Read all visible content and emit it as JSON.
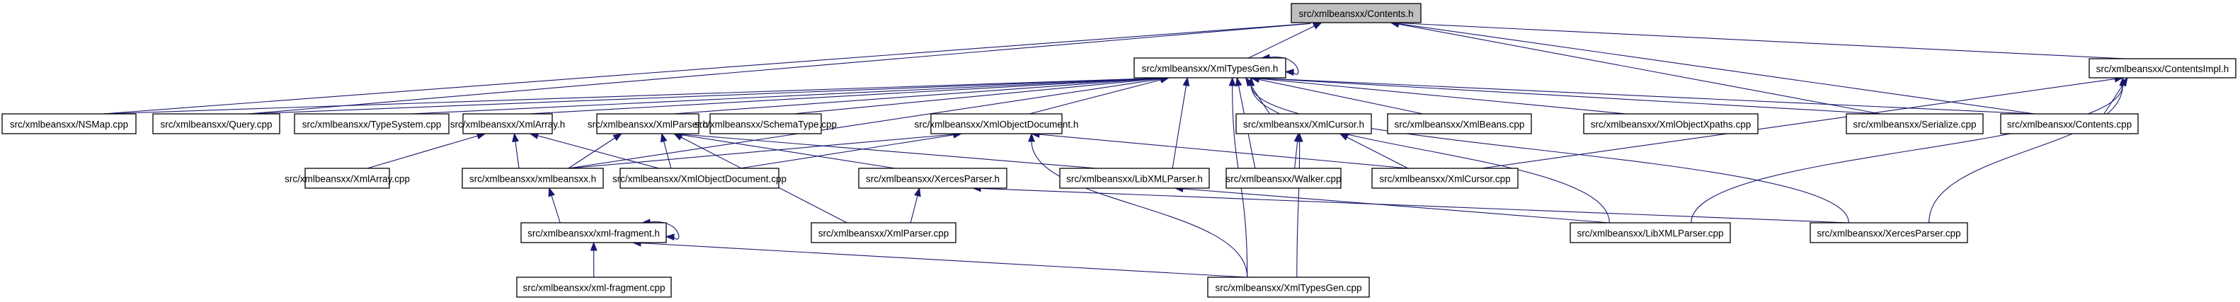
{
  "graph": {
    "title": "Include dependency graph for Contents.h",
    "root": "contents_h",
    "colors": {
      "edge": "#191970",
      "root_fill": "#bfbfbf",
      "node_fill": "#ffffff",
      "border": "#000000"
    },
    "nodes": [
      {
        "id": "contents_h",
        "label": "src/xmlbeansxx/Contents.h"
      },
      {
        "id": "xmltypesgen_h",
        "label": "src/xmlbeansxx/XmlTypesGen.h"
      },
      {
        "id": "contentsimpl_h",
        "label": "src/xmlbeansxx/ContentsImpl.h"
      },
      {
        "id": "nsmap_cpp",
        "label": "src/xmlbeansxx/NSMap.cpp"
      },
      {
        "id": "query_cpp",
        "label": "src/xmlbeansxx/Query.cpp"
      },
      {
        "id": "typesystem_cpp",
        "label": "src/xmlbeansxx/TypeSystem.cpp"
      },
      {
        "id": "xmlarray_h",
        "label": "src/xmlbeansxx/XmlArray.h"
      },
      {
        "id": "xmlparser_h",
        "label": "src/xmlbeansxx/XmlParser.h"
      },
      {
        "id": "schematype_cpp",
        "label": "src/xmlbeansxx/SchemaType.cpp"
      },
      {
        "id": "xmlobjectdocument_h",
        "label": "src/xmlbeansxx/XmlObjectDocument.h"
      },
      {
        "id": "xmlcursor_h",
        "label": "src/xmlbeansxx/XmlCursor.h"
      },
      {
        "id": "xmlbeans_cpp",
        "label": "src/xmlbeansxx/XmlBeans.cpp"
      },
      {
        "id": "xmlobjectxpaths_cpp",
        "label": "src/xmlbeansxx/XmlObjectXpaths.cpp"
      },
      {
        "id": "serialize_cpp",
        "label": "src/xmlbeansxx/Serialize.cpp"
      },
      {
        "id": "contents_cpp",
        "label": "src/xmlbeansxx/Contents.cpp"
      },
      {
        "id": "xmlarray_cpp",
        "label": "src/xmlbeansxx/XmlArray.cpp"
      },
      {
        "id": "xmlbeansxx_h",
        "label": "src/xmlbeansxx/xmlbeansxx.h"
      },
      {
        "id": "xmlobjectdocument_cpp",
        "label": "src/xmlbeansxx/XmlObjectDocument.cpp"
      },
      {
        "id": "xercesparser_h",
        "label": "src/xmlbeansxx/XercesParser.h"
      },
      {
        "id": "libxmlparser_h",
        "label": "src/xmlbeansxx/LibXMLParser.h"
      },
      {
        "id": "walker_cpp",
        "label": "src/xmlbeansxx/Walker.cpp"
      },
      {
        "id": "xmlcursor_cpp",
        "label": "src/xmlbeansxx/XmlCursor.cpp"
      },
      {
        "id": "xmlfragment_h",
        "label": "src/xmlbeansxx/xml-fragment.h"
      },
      {
        "id": "xmlparser_cpp",
        "label": "src/xmlbeansxx/XmlParser.cpp"
      },
      {
        "id": "libxmlparser_cpp",
        "label": "src/xmlbeansxx/LibXMLParser.cpp"
      },
      {
        "id": "xercesparser_cpp",
        "label": "src/xmlbeansxx/XercesParser.cpp"
      },
      {
        "id": "xmlfragment_cpp",
        "label": "src/xmlbeansxx/xml-fragment.cpp"
      },
      {
        "id": "xmltypesgen_cpp",
        "label": "src/xmlbeansxx/XmlTypesGen.cpp"
      }
    ],
    "edges": [
      {
        "from": "nsmap_cpp",
        "to": "contents_h"
      },
      {
        "from": "query_cpp",
        "to": "contents_h"
      },
      {
        "from": "xmltypesgen_h",
        "to": "contents_h"
      },
      {
        "from": "contentsimpl_h",
        "to": "contents_h"
      },
      {
        "from": "serialize_cpp",
        "to": "contents_h"
      },
      {
        "from": "contents_cpp",
        "to": "contents_h"
      },
      {
        "from": "nsmap_cpp",
        "to": "xmltypesgen_h"
      },
      {
        "from": "query_cpp",
        "to": "xmltypesgen_h"
      },
      {
        "from": "typesystem_cpp",
        "to": "xmltypesgen_h"
      },
      {
        "from": "xmlarray_h",
        "to": "xmltypesgen_h"
      },
      {
        "from": "xmlparser_h",
        "to": "xmltypesgen_h"
      },
      {
        "from": "schematype_cpp",
        "to": "xmltypesgen_h"
      },
      {
        "from": "xmlobjectdocument_h",
        "to": "xmltypesgen_h"
      },
      {
        "from": "libxmlparser_h",
        "to": "xmltypesgen_h"
      },
      {
        "from": "walker_cpp",
        "to": "xmltypesgen_h"
      },
      {
        "from": "xmlcursor_h",
        "to": "xmltypesgen_h"
      },
      {
        "from": "xmlbeans_cpp",
        "to": "xmltypesgen_h"
      },
      {
        "from": "xmlobjectxpaths_cpp",
        "to": "xmltypesgen_h"
      },
      {
        "from": "serialize_cpp",
        "to": "xmltypesgen_h"
      },
      {
        "from": "contents_cpp",
        "to": "xmltypesgen_h"
      },
      {
        "from": "libxmlparser_cpp",
        "to": "xmltypesgen_h"
      },
      {
        "from": "xercesparser_cpp",
        "to": "xmltypesgen_h"
      },
      {
        "from": "xmltypesgen_cpp",
        "to": "xmltypesgen_h"
      },
      {
        "from": "xmlbeansxx_h",
        "to": "xmltypesgen_h"
      },
      {
        "from": "xmltypesgen_h",
        "to": "xmltypesgen_h"
      },
      {
        "from": "contents_cpp",
        "to": "contentsimpl_h"
      },
      {
        "from": "xmlcursor_cpp",
        "to": "contentsimpl_h"
      },
      {
        "from": "libxmlparser_cpp",
        "to": "contentsimpl_h"
      },
      {
        "from": "xercesparser_cpp",
        "to": "contentsimpl_h"
      },
      {
        "from": "xmlarray_cpp",
        "to": "xmlarray_h"
      },
      {
        "from": "xmlbeansxx_h",
        "to": "xmlarray_h"
      },
      {
        "from": "xmlobjectdocument_cpp",
        "to": "xmlarray_h"
      },
      {
        "from": "xmlbeansxx_h",
        "to": "xmlparser_h"
      },
      {
        "from": "xmlobjectdocument_cpp",
        "to": "xmlparser_h"
      },
      {
        "from": "xmlparser_cpp",
        "to": "xmlparser_h"
      },
      {
        "from": "xercesparser_h",
        "to": "xmlparser_h"
      },
      {
        "from": "libxmlparser_h",
        "to": "xmlparser_h"
      },
      {
        "from": "xmlbeansxx_h",
        "to": "xmlobjectdocument_h"
      },
      {
        "from": "xmlobjectdocument_cpp",
        "to": "xmlobjectdocument_h"
      },
      {
        "from": "xmltypesgen_cpp",
        "to": "xmlobjectdocument_h"
      },
      {
        "from": "xmlcursor_cpp",
        "to": "xmlobjectdocument_h"
      },
      {
        "from": "walker_cpp",
        "to": "xmlcursor_h"
      },
      {
        "from": "xmlcursor_cpp",
        "to": "xmlcursor_h"
      },
      {
        "from": "xmltypesgen_cpp",
        "to": "xmlcursor_h"
      },
      {
        "from": "xmlfragment_h",
        "to": "xmlbeansxx_h"
      },
      {
        "from": "xmlparser_cpp",
        "to": "xercesparser_h"
      },
      {
        "from": "xercesparser_cpp",
        "to": "xercesparser_h"
      },
      {
        "from": "libxmlparser_cpp",
        "to": "libxmlparser_h"
      },
      {
        "from": "xmlfragment_cpp",
        "to": "xmlfragment_h"
      },
      {
        "from": "xmltypesgen_cpp",
        "to": "xmlfragment_h"
      },
      {
        "from": "xmlfragment_h",
        "to": "xmlfragment_h"
      }
    ]
  }
}
